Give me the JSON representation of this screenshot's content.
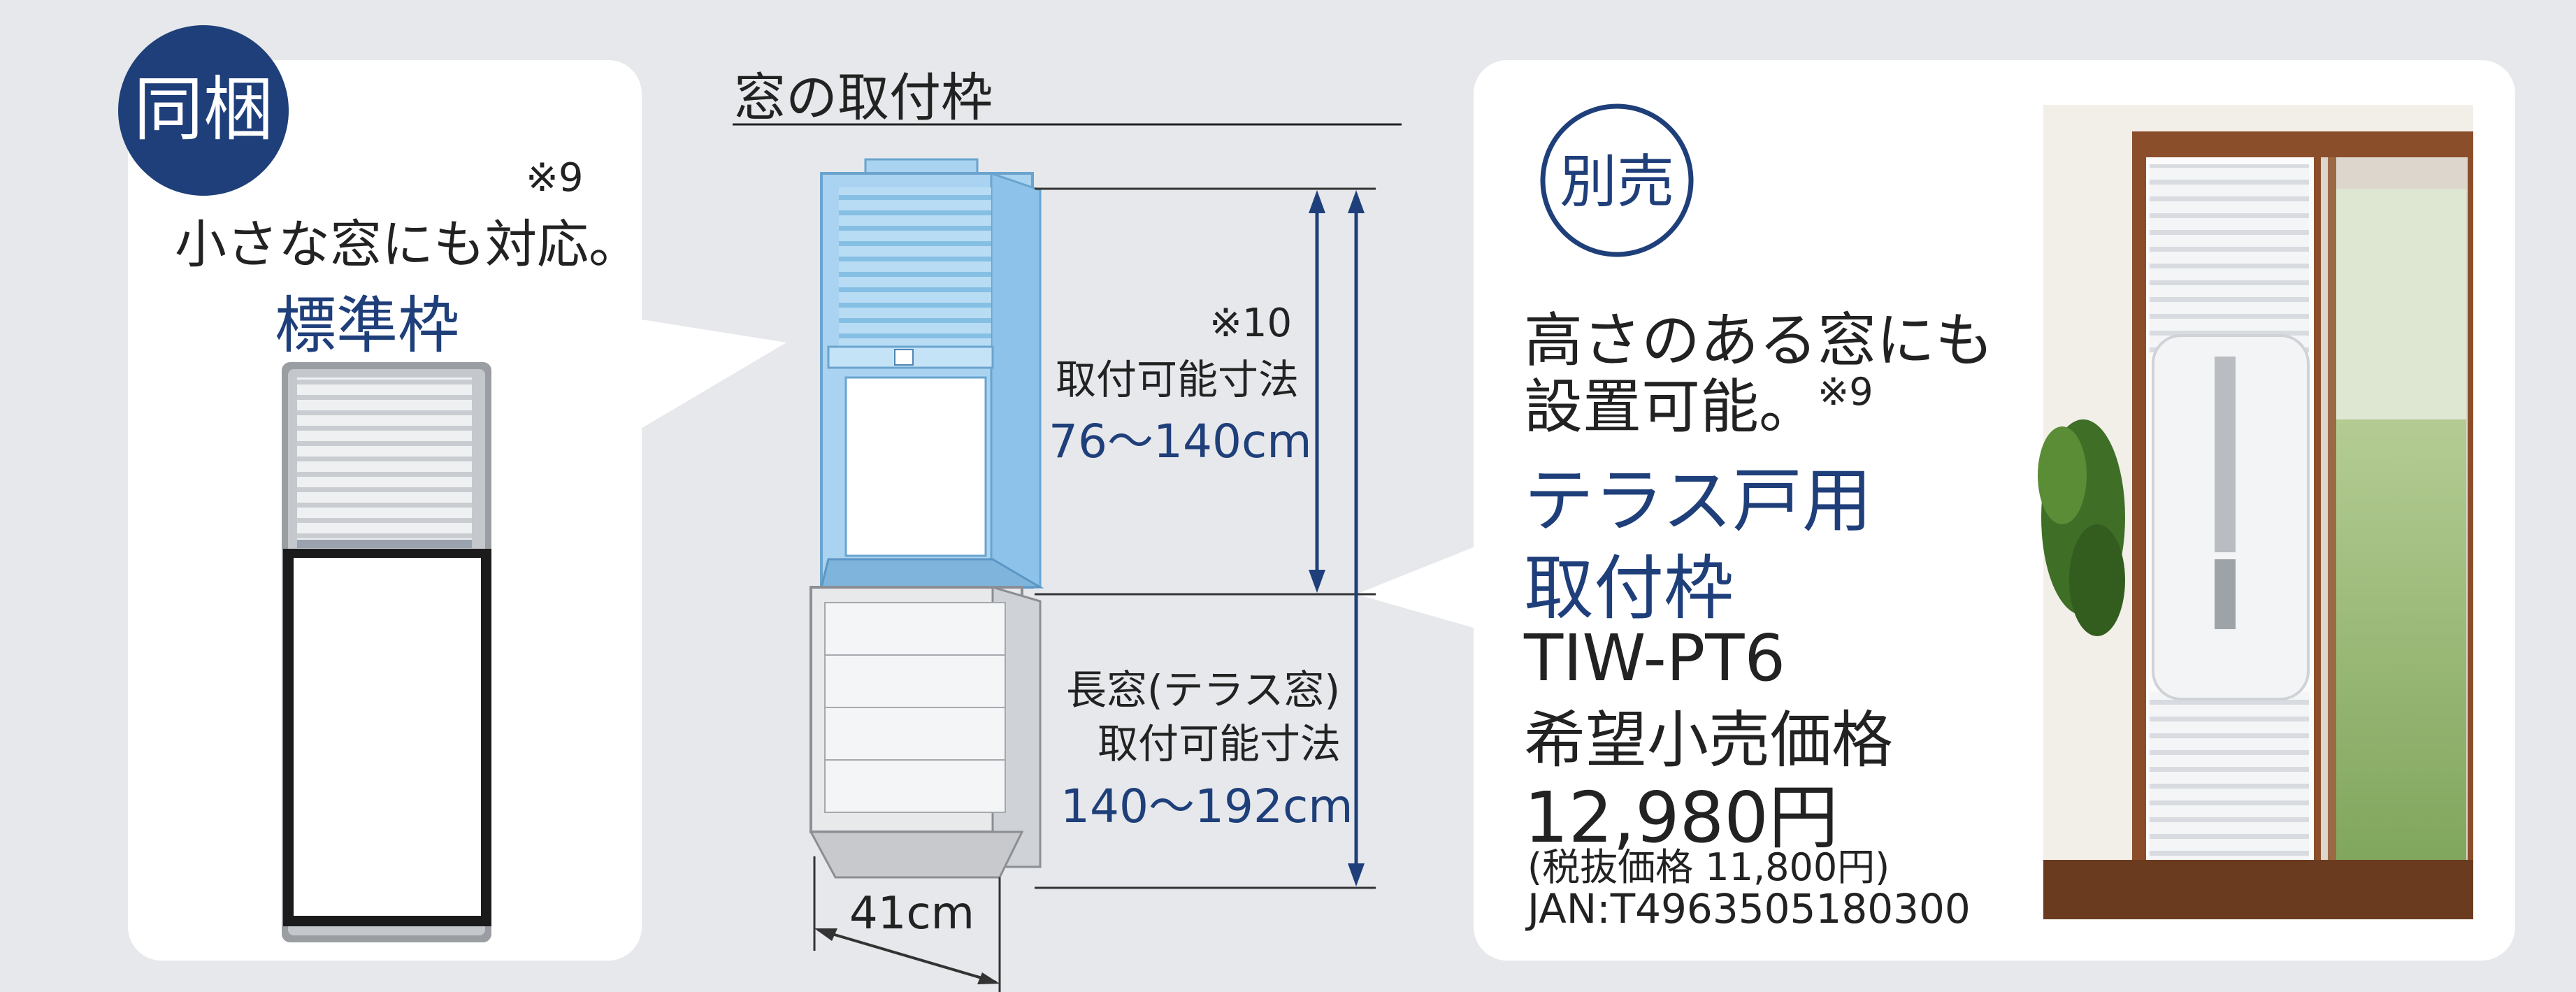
{
  "left_panel": {
    "badge": "同梱",
    "note": "※9",
    "caption": "小さな窓にも対応。",
    "title": "標準枠"
  },
  "center": {
    "heading": "窓の取付枠",
    "dim_top": {
      "note": "※10",
      "label": "取付可能寸法",
      "range": "76〜140cm"
    },
    "dim_bottom": {
      "label1": "長窓(テラス窓)",
      "label2": "取付可能寸法",
      "range": "140〜192cm"
    },
    "width": "41cm"
  },
  "right_panel": {
    "badge": "別売",
    "desc_line1": "高さのある窓にも",
    "desc_line2": "設置可能。",
    "desc_note": "※9",
    "title_line1": "テラス戸用",
    "title_line2": "取付枠",
    "model": "TIW-PT6",
    "price_label": "希望小売価格",
    "price": "12,980円",
    "price_tax": "(税抜価格 11,800円)",
    "jan": "JAN:T4963505180300"
  },
  "colors": {
    "navy": "#1f3f7a",
    "background": "#e6e8eb",
    "blue_frame": "#a9d3f0",
    "accent_line": "#1f5fa8"
  }
}
